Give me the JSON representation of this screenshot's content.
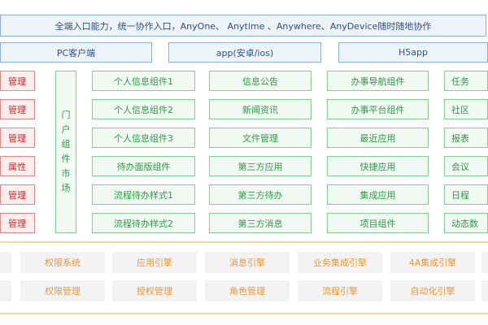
{
  "banner": "全端入口能力，统一协作入口，AnyOne、 Anytime 、Anywhere、AnyDevice随时随地协作",
  "clients": [
    "PC客户端",
    "app(安卓/ios)",
    "H5app"
  ],
  "left_items": [
    "管理",
    "管理",
    "管理",
    "属性",
    "管理",
    "管理"
  ],
  "portal_label": [
    "门",
    "户",
    "组",
    "件",
    "市",
    "场"
  ],
  "grid": [
    [
      "个人信息组件1",
      "个人信息组件2",
      "个人信息组件3",
      "待办面版组件",
      "流程待办样式1",
      "流程待办样式2"
    ],
    [
      "信息公告",
      "新闻资讯",
      "文件管理",
      "第三方应用",
      "第三方待办",
      "第三方消息"
    ],
    [
      "办事导航组件",
      "办事平台组件",
      "最近应用",
      "快捷应用",
      "集成应用",
      "项目组件"
    ],
    [
      "任务",
      "社区",
      "报表",
      "会议",
      "日程",
      "动态数"
    ]
  ],
  "engines_row1": [
    "权限系统",
    "应用引擎",
    "消息引擎",
    "业务集成引擎",
    "4A集成引擎"
  ],
  "engines_row2": [
    "权限管理",
    "授权管理",
    "角色管理",
    "流程引擎",
    "自动化引擎"
  ],
  "colors": {
    "blue": "#2d4f85",
    "red": "#d02a2a",
    "green": "#2f9a46",
    "orange": "#e89a3a"
  }
}
